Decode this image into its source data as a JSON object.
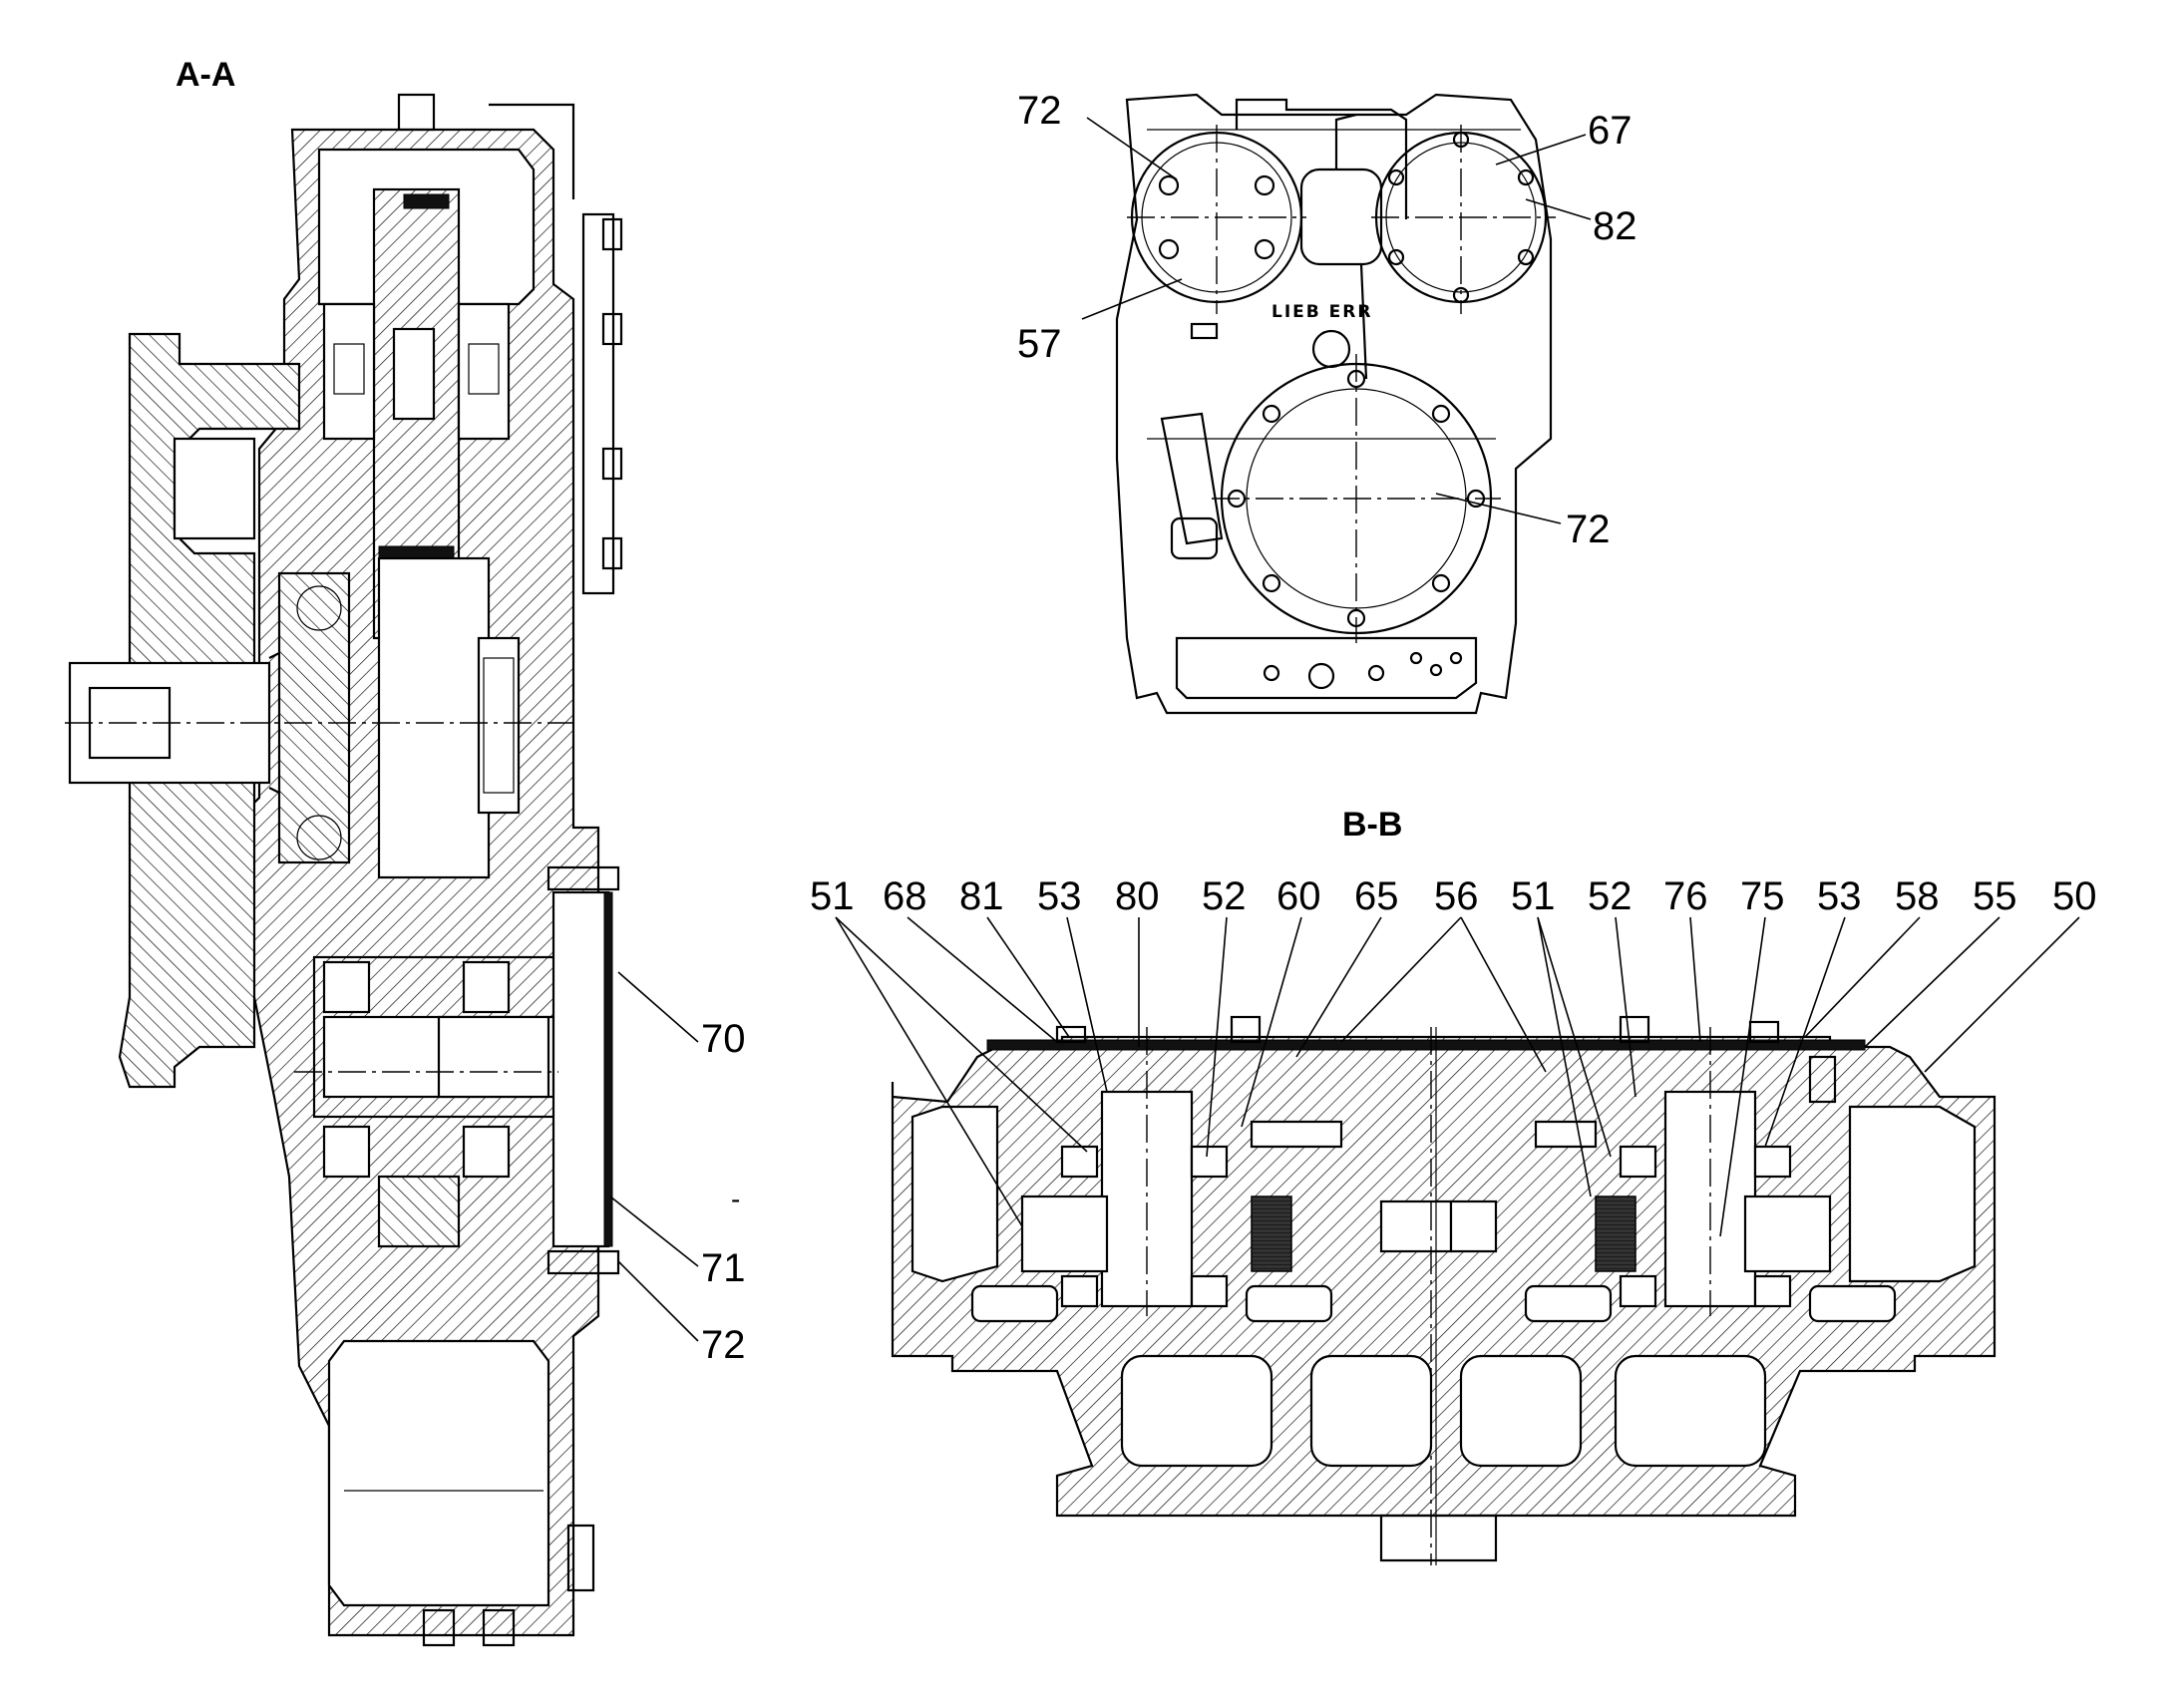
{
  "views": {
    "section_aa": {
      "title": "A-A"
    },
    "front_view": {
      "brand": "LIEB ERR"
    },
    "section_bb": {
      "title": "B-B"
    }
  },
  "callouts": {
    "aa": [
      "70",
      "71",
      "72"
    ],
    "aa_dash": "-",
    "front": [
      "72",
      "67",
      "82",
      "57",
      "72"
    ],
    "bb": [
      "51",
      "68",
      "81",
      "53",
      "80",
      "52",
      "60",
      "65",
      "56",
      "51",
      "52",
      "76",
      "75",
      "53",
      "58",
      "55",
      "50"
    ]
  }
}
